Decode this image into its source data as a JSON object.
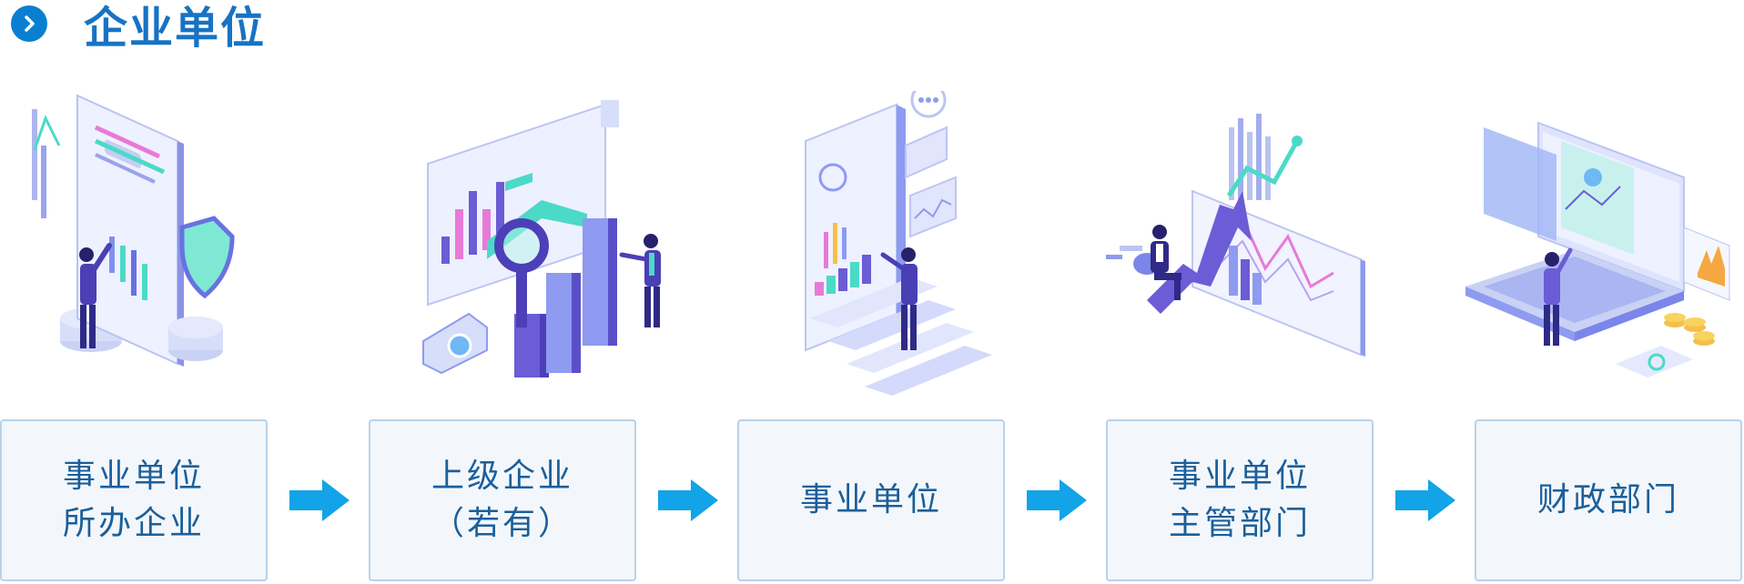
{
  "header": {
    "title": "企业单位",
    "icon": "chevron-right-icon",
    "accent_color": "#0a7fd0"
  },
  "flow": {
    "steps": [
      {
        "lines": [
          "事业单位",
          "所办企业"
        ],
        "illustration": "clipboard-report-shield-illustration"
      },
      {
        "lines": [
          "上级企业",
          "（若有）"
        ],
        "illustration": "magnifier-bar-chart-illustration"
      },
      {
        "lines": [
          "事业单位"
        ],
        "illustration": "dashboard-panels-illustration"
      },
      {
        "lines": [
          "事业单位",
          "主管部门"
        ],
        "illustration": "growth-arrow-chart-illustration"
      },
      {
        "lines": [
          "财政部门"
        ],
        "illustration": "laptop-coins-illustration"
      }
    ],
    "arrow_icon": "arrow-right-icon",
    "arrow_color": "#12a3e8",
    "box_background": "#f3f7fb",
    "box_border": "#b8d2e8",
    "text_color": "#1b5f9b"
  }
}
